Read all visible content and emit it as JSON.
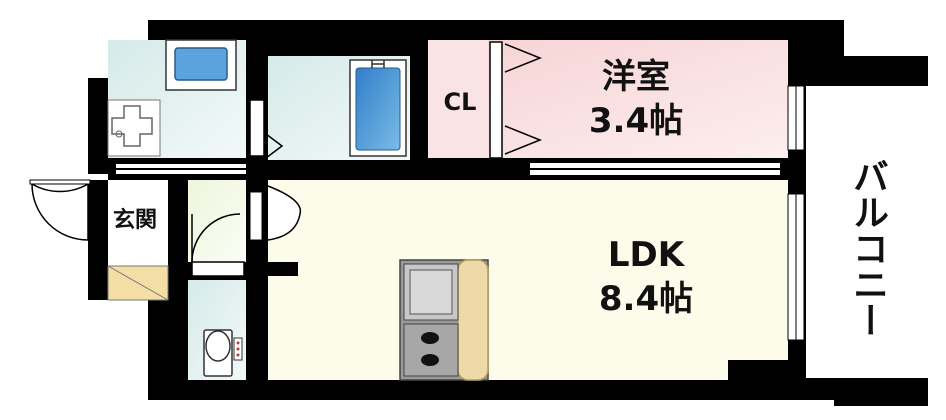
{
  "rooms": {
    "western": {
      "name": "洋室",
      "size": "3.4帖"
    },
    "ldk": {
      "name": "LDK",
      "size": "8.4帖"
    },
    "closet": {
      "name": "CL"
    },
    "entrance": {
      "name": "玄関"
    },
    "balcony": {
      "name": "バルコニー"
    }
  },
  "colors": {
    "wall": "#000000",
    "western_floor": "#fbdfe1",
    "ldk_floor": "#fdfbea",
    "wet_area": "#e4f1f0",
    "entrance_floor": "#f4fae6",
    "tile": "#f3dfa6",
    "kitchen_counter": "#eed9a8",
    "bath": "#4a95d6"
  }
}
